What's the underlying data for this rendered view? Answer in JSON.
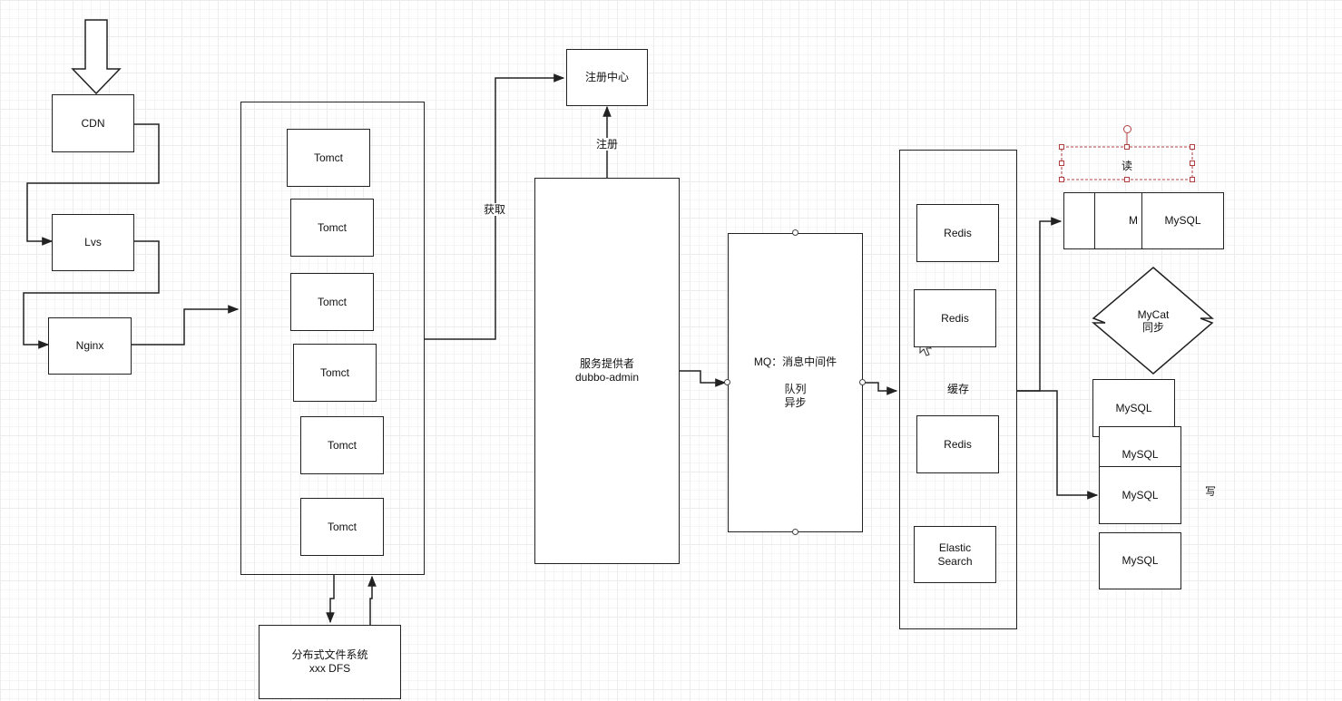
{
  "nodes": {
    "cdn": "CDN",
    "lvs": "Lvs",
    "nginx": "Nginx",
    "tomcat_1": "Tomct",
    "tomcat_2": "Tomct",
    "tomcat_3": "Tomct",
    "tomcat_4": "Tomct",
    "tomcat_5": "Tomct",
    "tomcat_6": "Tomct",
    "dfs": "分布式文件系统\nxxx DFS",
    "registry": "注册中心",
    "provider": "服务提供者\ndubbo-admin",
    "mq": "MQ：消息中间件\n\n队列\n异步",
    "cache": "缓存",
    "redis_1": "Redis",
    "redis_2": "Redis",
    "redis_3": "Redis",
    "elasticsearch": "Elastic\nSearch",
    "read_label": "读",
    "mysql_m1": "M",
    "mysql_m2": "M",
    "mysql_top": "MySQL",
    "mycat": "MyCat\n同步",
    "mysql_1": "MySQL",
    "mysql_2": "MySQL",
    "mysql_3": "MySQL",
    "mysql_4": "MySQL",
    "write_label": "写"
  },
  "edge_labels": {
    "fetch": "获取",
    "register": "注册"
  },
  "colors": {
    "stroke": "#222222",
    "grid": "#ececec",
    "selection": "#b04040"
  }
}
